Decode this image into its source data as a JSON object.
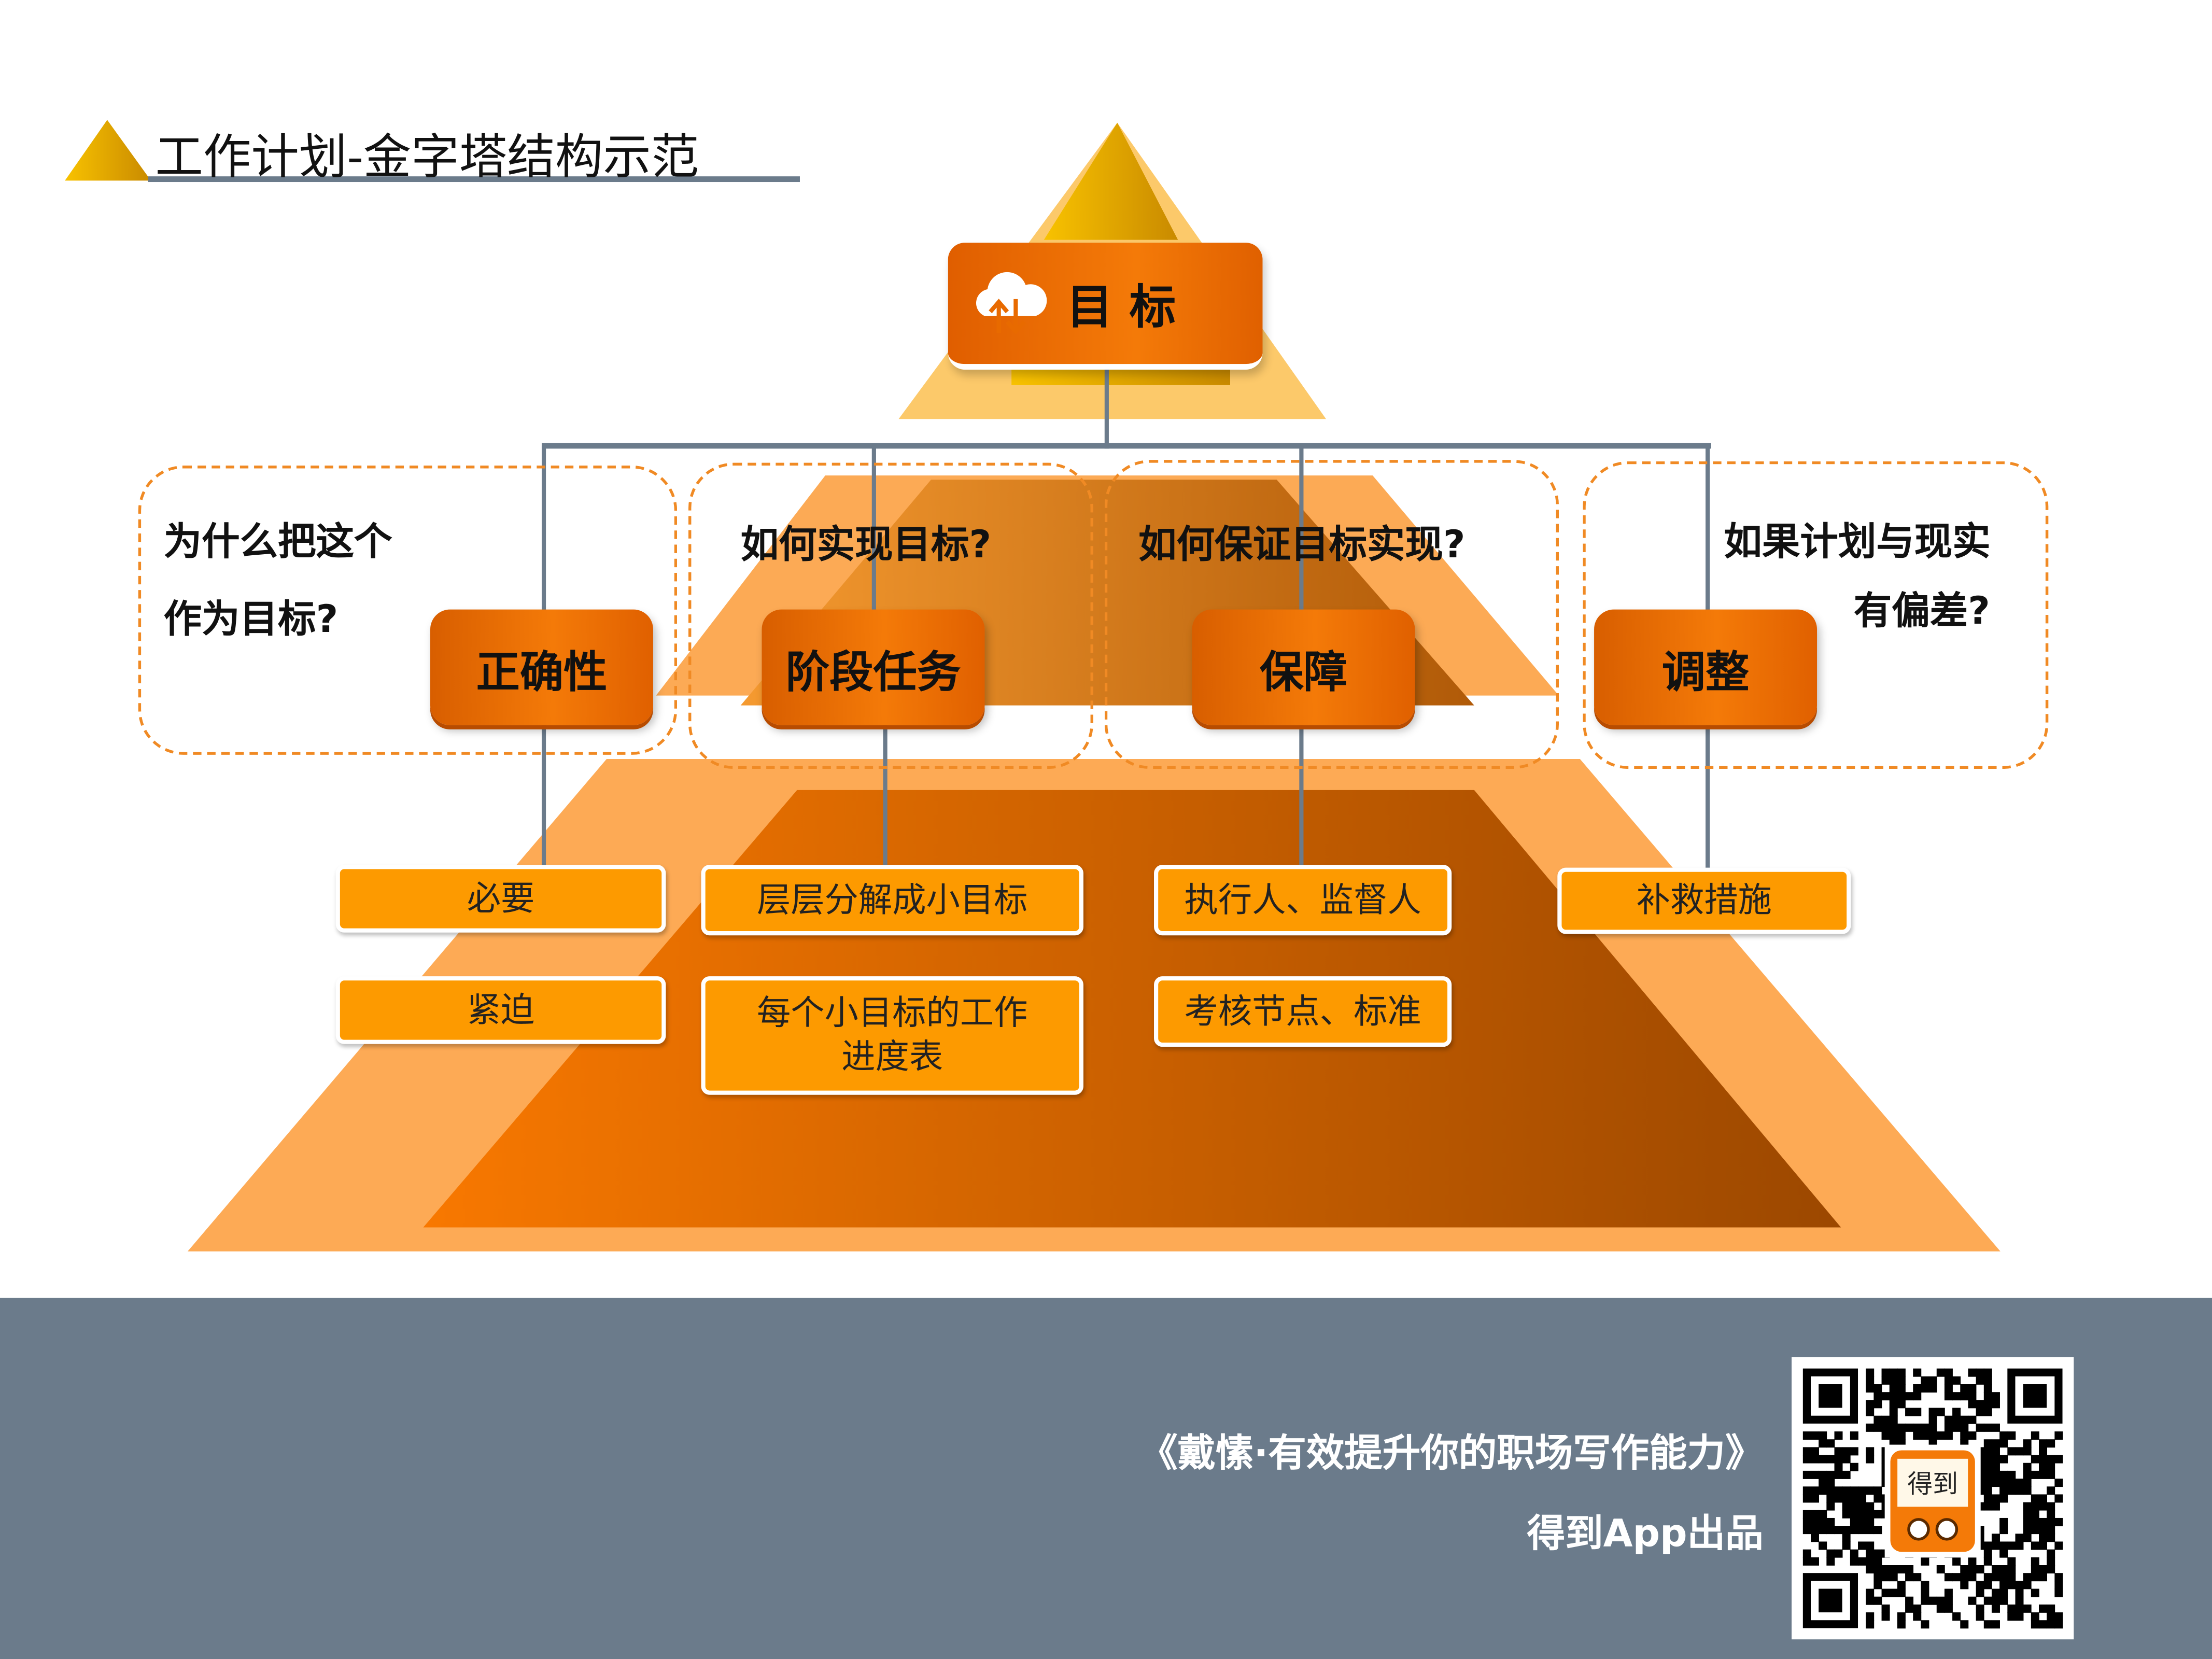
{
  "title": "工作计划-金字塔结构示范",
  "goal": {
    "label": "目 标",
    "icon": "cloud-upload-download-icon"
  },
  "questions": {
    "why": [
      "为什么把这个",
      "作为目标?"
    ],
    "how_achieve": "如何实现目标?",
    "how_ensure": "如何保证目标实现?",
    "deviation": [
      "如果计划与现实",
      "有偏差?"
    ]
  },
  "categories": [
    {
      "label": "正确性",
      "items": [
        "必要",
        "紧迫"
      ]
    },
    {
      "label": "阶段任务",
      "items": [
        "层层分解成小目标",
        "每个小目标的工作进度表"
      ]
    },
    {
      "label": "保障",
      "items": [
        "执行人、监督人",
        "考核节点、标准"
      ]
    },
    {
      "label": "调整",
      "items": [
        "补救措施"
      ]
    }
  ],
  "progress_item_lines": [
    "每个小目标的工作",
    "进度表"
  ],
  "footer": {
    "course": "《戴愫·有效提升你的职场写作能力》",
    "publisher": "得到App出品",
    "qr_logo_text": "得到"
  },
  "colors": {
    "accent": "#f47a08",
    "leaf": "#fd9a00",
    "footer": "#6b7b8b",
    "dash": "#f08a24"
  }
}
